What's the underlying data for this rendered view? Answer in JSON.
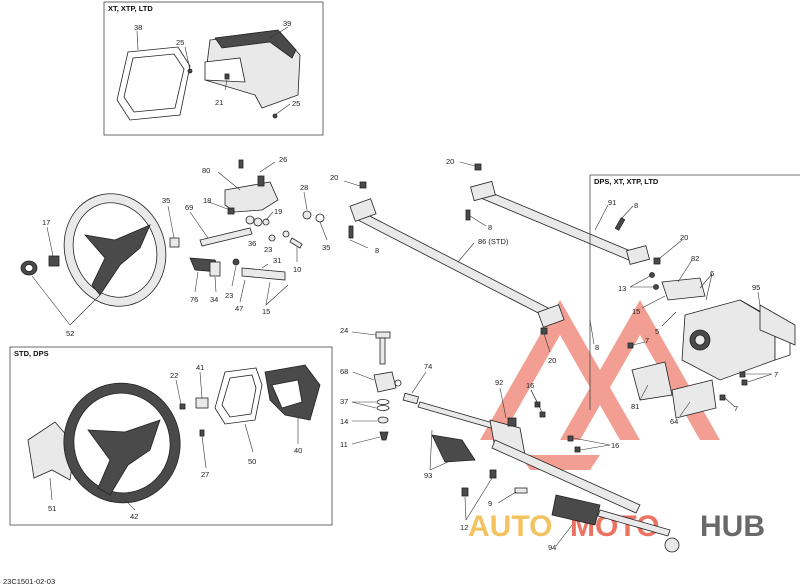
{
  "reference_code": "23C1501-02-03",
  "boxes": {
    "xt_box_title": "XT, XTP, LTD",
    "std_box_title": "STD, DPS",
    "dps_box_title": "DPS, XT, XTP, LTD"
  },
  "labels": {
    "l38": "38",
    "l39": "39",
    "l25a": "25",
    "l21": "21",
    "l25b": "25",
    "l20a": "20",
    "l26": "26",
    "l80": "80",
    "l20b": "20",
    "l28": "28",
    "l17": "17",
    "l35a": "35",
    "l18": "18",
    "l69": "69",
    "l19": "19",
    "l35b": "35",
    "l8a": "8",
    "l86": "86 (STD)",
    "l91": "91",
    "l8b": "8",
    "l36": "36",
    "l23a": "23",
    "l31": "31",
    "l10": "10",
    "l20c": "20",
    "l82": "82",
    "l13": "13",
    "l6": "6",
    "l95": "95",
    "l76": "76",
    "l34": "34",
    "l23b": "23",
    "l47": "47",
    "l15a": "15",
    "l15b": "15",
    "l5": "5",
    "l52": "52",
    "l8c": "8",
    "l24": "24",
    "l20d": "20",
    "l7a": "7",
    "l68": "68",
    "l74": "74",
    "l92": "92",
    "l16a": "16",
    "l7b": "7",
    "l37": "37",
    "l14": "14",
    "l81": "81",
    "l64": "64",
    "l7c": "7",
    "l11": "11",
    "l16b": "16",
    "l22": "22",
    "l41": "41",
    "l93": "93",
    "l9": "9",
    "l12": "12",
    "l94": "94",
    "l27": "27",
    "l50": "50",
    "l40": "40",
    "l51": "51",
    "l42": "42"
  },
  "watermark": {
    "text_part1": "AUTO",
    "text_part2": "MOTO",
    "text_part3": "HUB",
    "color_red": "#e8503a",
    "color_orange": "#f2b53a",
    "color_gray": "#444444"
  }
}
